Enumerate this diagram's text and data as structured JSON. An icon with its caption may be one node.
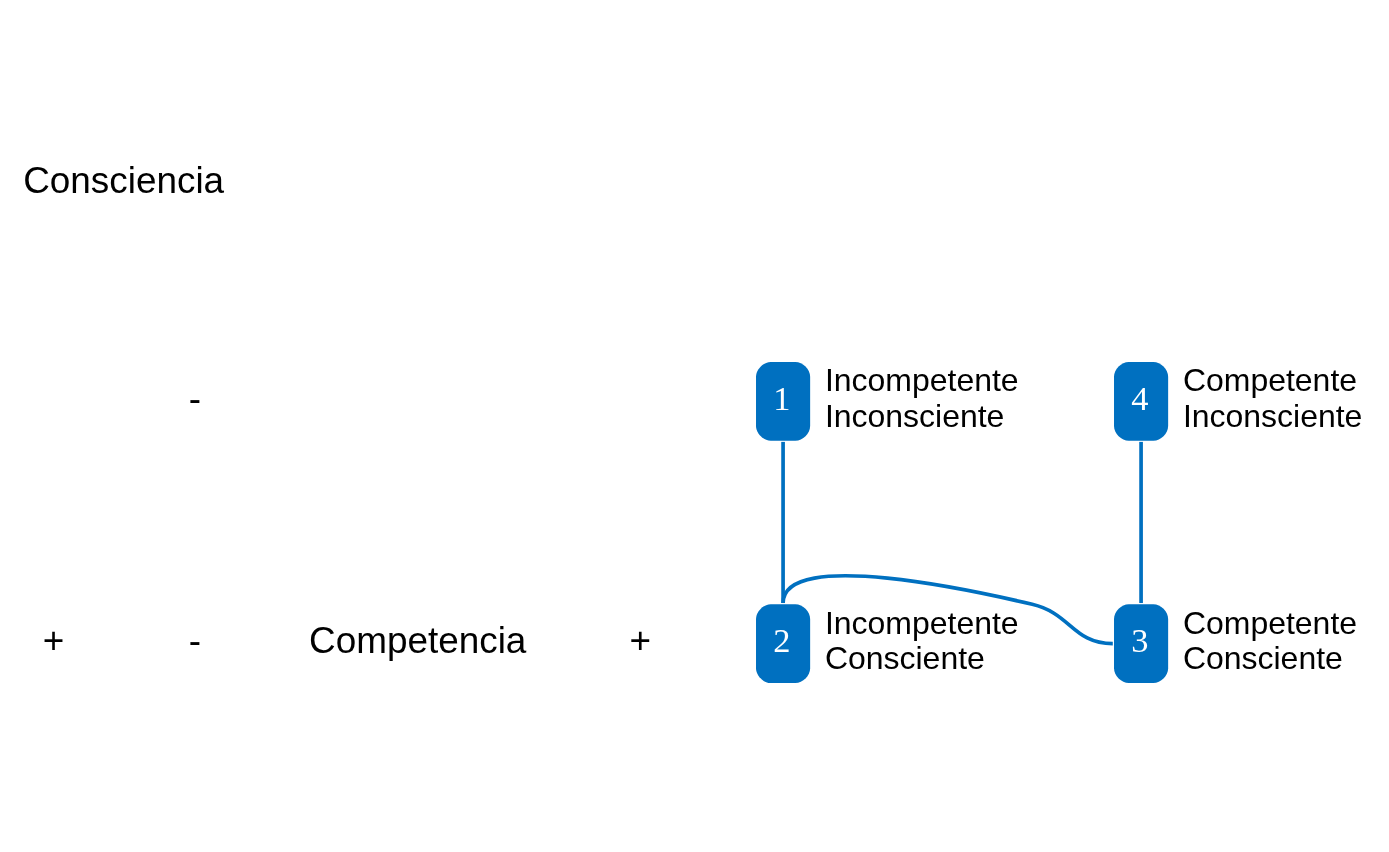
{
  "diagram": {
    "nodes": [
      {
        "text": [
          "1"
        ],
        "beside": [
          "Incompetente Inconsciente"
        ]
      },
      {
        "text": [
          "2"
        ],
        "beside": [
          "Incompetente Consciente"
        ]
      },
      {
        "text": [
          "3"
        ],
        "beside": [
          "Competente Consciente"
        ]
      },
      {
        "text": [
          "4"
        ],
        "beside": [
          "Competente Inconsciente"
        ]
      }
    ],
    "edges": [
      {
        "from": 0,
        "to": 1,
        "arrow": "none"
      },
      {
        "from": 1,
        "to": 2,
        "arrow": "none"
      },
      {
        "from": 2,
        "to": 3,
        "arrow": "none"
      }
    ],
    "labels": [
      "+",
      "Consciencia",
      "-",
      "-",
      "Competencia",
      "+"
    ]
  }
}
